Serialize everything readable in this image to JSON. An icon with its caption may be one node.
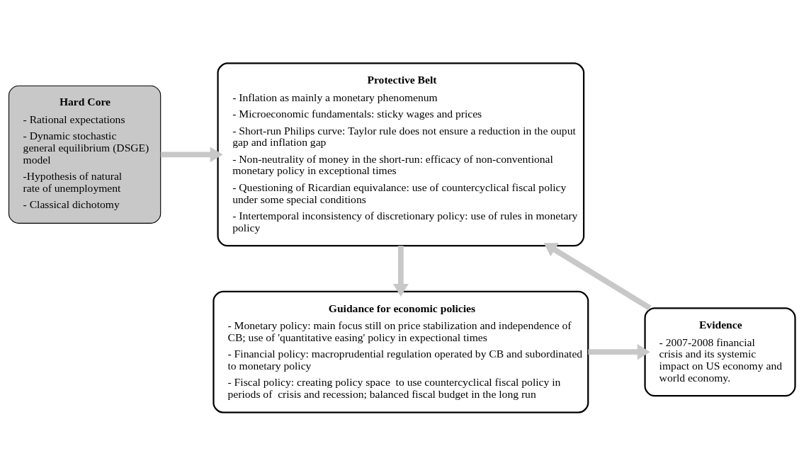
{
  "diagram": {
    "nodes": [
      {
        "text": [
          "Hard Core",
          "- Rational expectations",
          "- Dynamic stochastic general equilibrium (DSGE) model",
          "-Hypothesis of natural rate of unemployment",
          "- Classical dichotomy"
        ]
      },
      {
        "text": [
          "Protective Belt",
          "- Inflation as mainly a monetary phenomenum",
          "- Microeconomic fundamentals: sticky wages and prices",
          "- Short-run Philips curve: Taylor rule does not ensure a reduction in the ouput gap and inflation gap",
          "- Non-neutrality of money in the short-run: efficacy of non-conventional monetary policy in exceptional times",
          "- Questioning of Ricardian equivalance: use of countercyclical fiscal policy under some special conditions",
          "- Intertemporal inconsistency of discretionary policy: use of rules in monetary policy"
        ]
      },
      {
        "text": [
          "Guidance for economic policies",
          "- Monetary policy: main focus still on price stabilization and independence of CB; use of 'quantitative easing' policy in expectional times",
          "- Financial policy: macroprudential regulation operated by CB and subordinated to monetary policy",
          "- Fiscal policy: creating policy space  to use countercyclical fiscal policy in periods of  crisis and recession; balanced fiscal budget in the long run"
        ]
      },
      {
        "text": [
          "Evidence",
          "- 2007-2008 financial crisis and its systemic impact on US economy and world economy."
        ]
      }
    ],
    "edges": [
      {
        "from": 0,
        "to": 1,
        "arrow": "to"
      },
      {
        "from": 1,
        "to": 2,
        "arrow": "to"
      },
      {
        "from": 2,
        "to": 3,
        "arrow": "to"
      },
      {
        "from": 3,
        "to": 1,
        "arrow": "to"
      }
    ]
  }
}
